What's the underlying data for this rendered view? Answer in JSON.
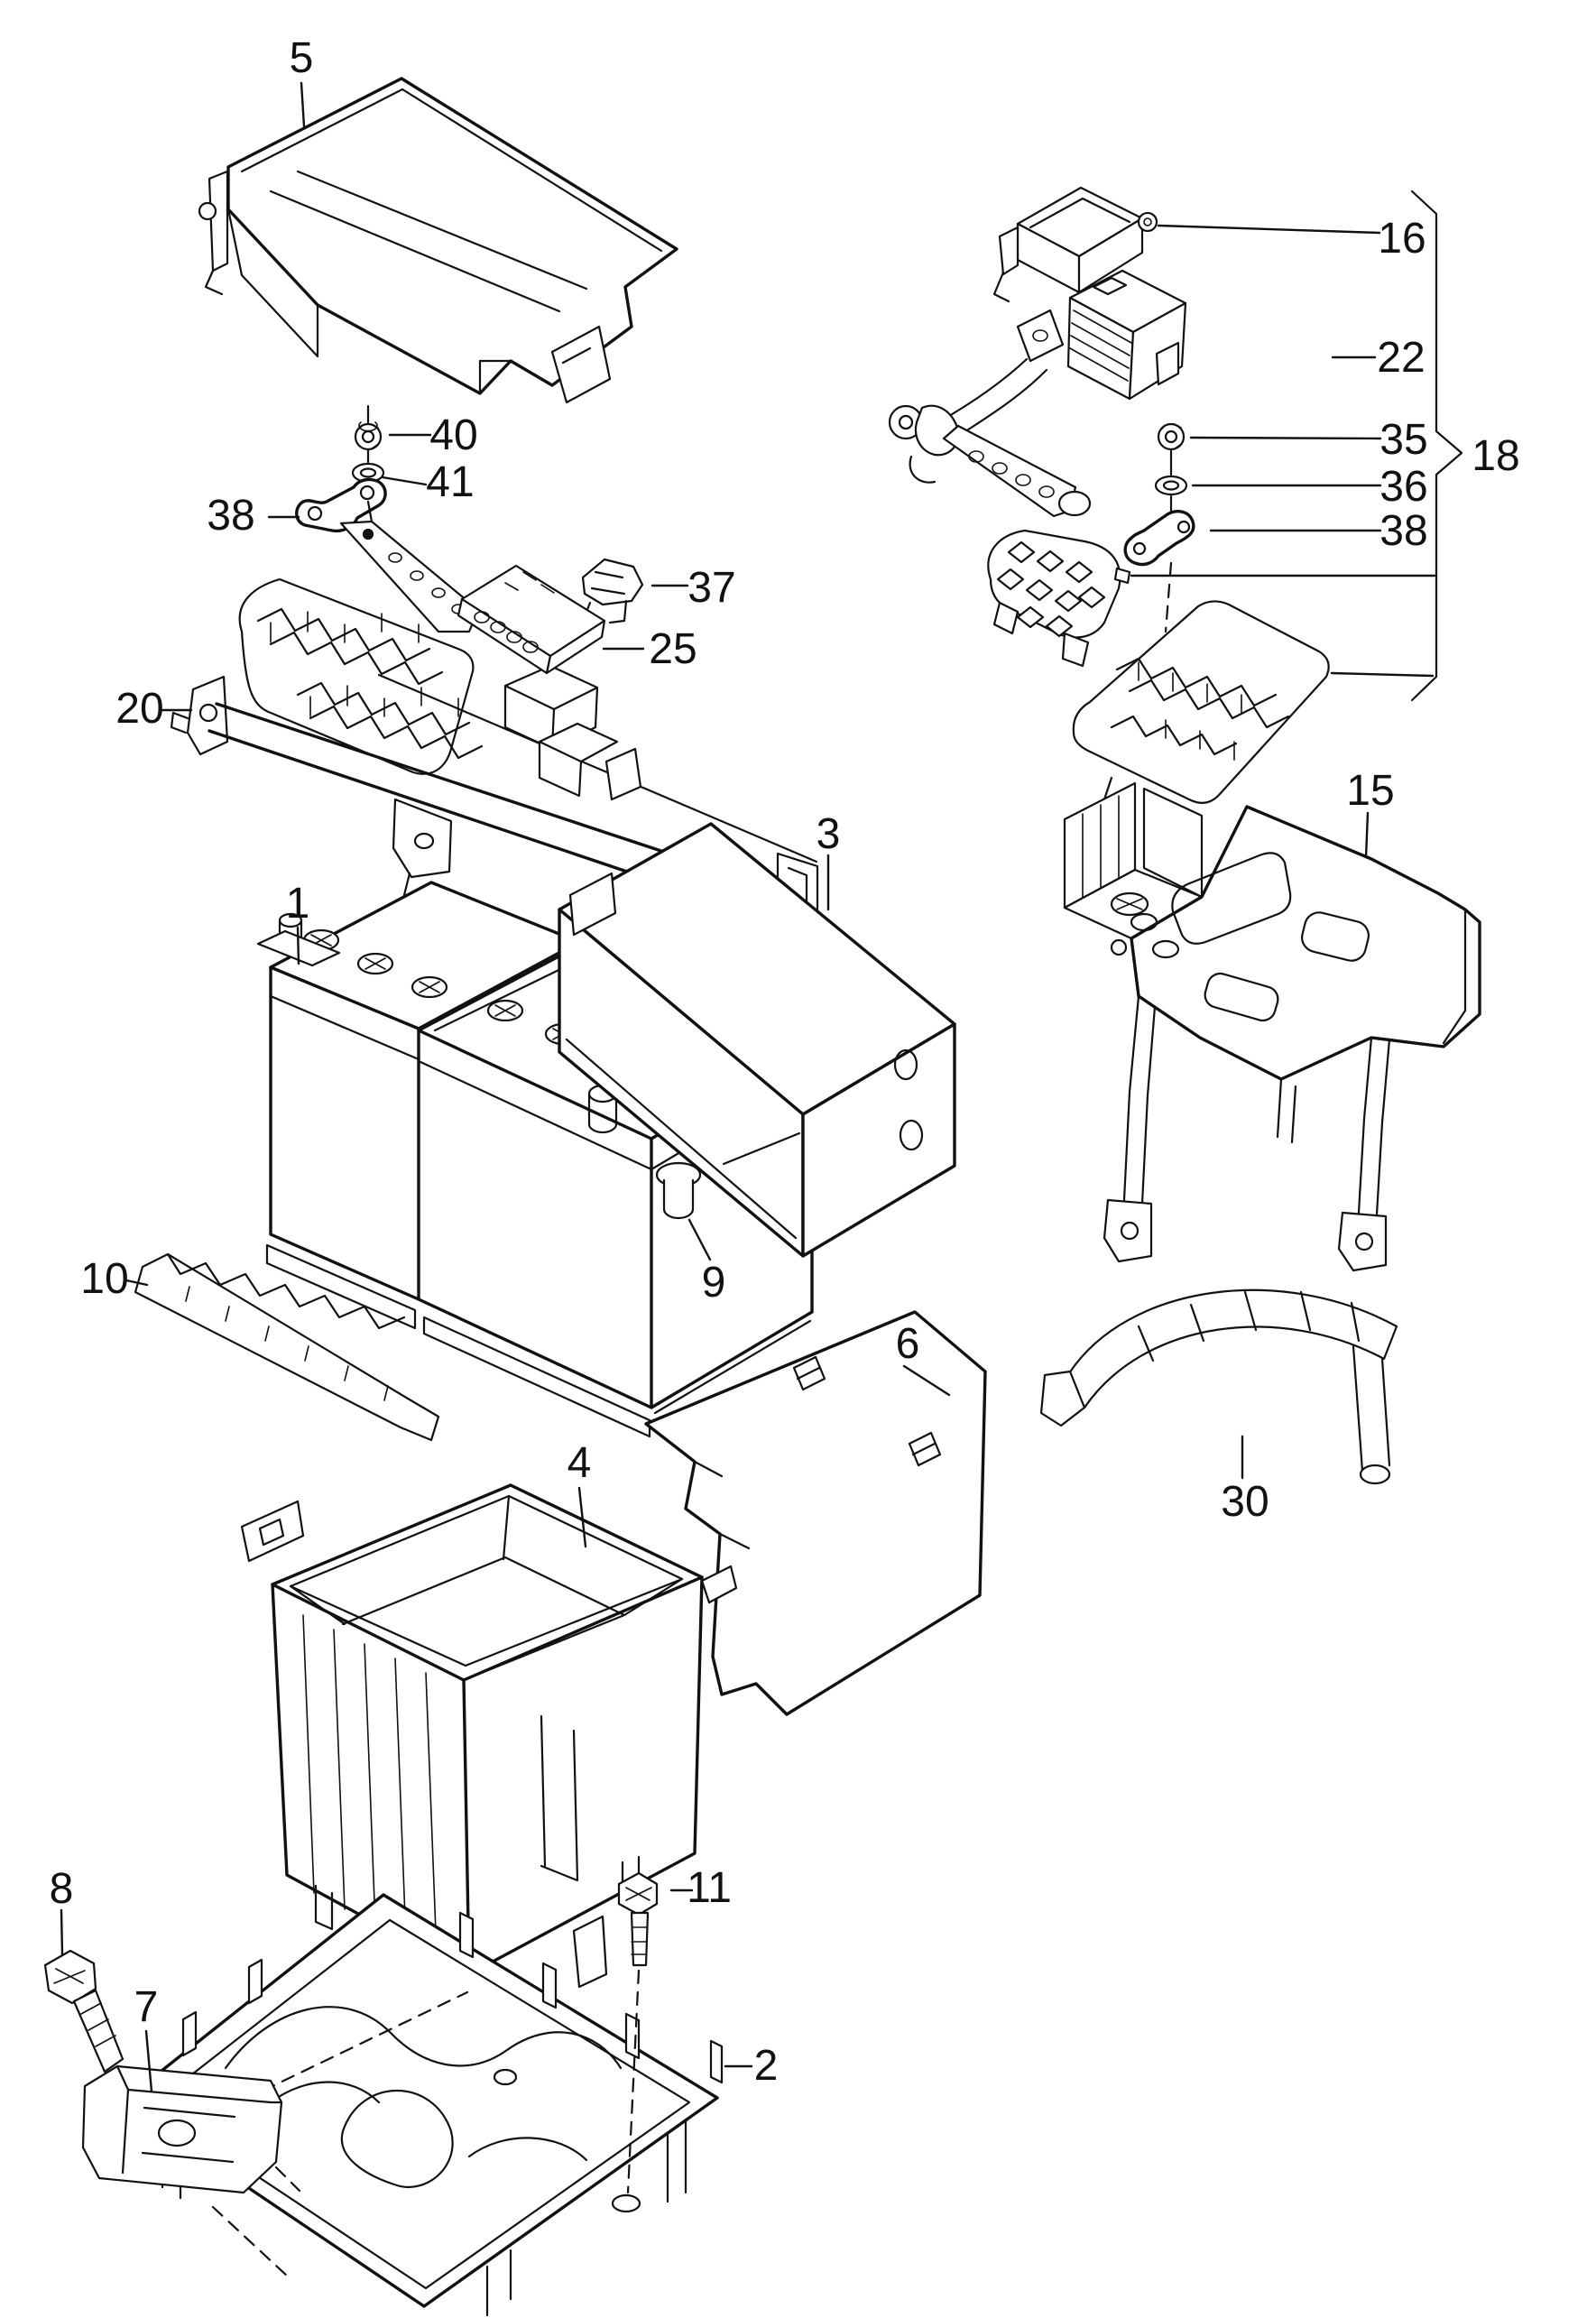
{
  "diagram": {
    "kind": "exploded-parts-line-drawing",
    "subject": "battery, battery trays, fuse/relay carriers and fixings",
    "style": "black line art on white"
  },
  "colors": {
    "background": "#ffffff",
    "line": "#111111"
  },
  "labels": {
    "p5": "5",
    "p40": "40",
    "p41": "41",
    "p38L": "38",
    "p37": "37",
    "p25": "25",
    "p20": "20",
    "p16": "16",
    "p22": "22",
    "p35": "35",
    "p36": "36",
    "p38R": "38",
    "p18": "18",
    "p15": "15",
    "p3": "3",
    "p1": "1",
    "p10": "10",
    "p9": "9",
    "p6": "6",
    "p30": "30",
    "p4": "4",
    "p8": "8",
    "p11": "11",
    "p7": "7",
    "p2": "2"
  },
  "groups": {
    "bracket_18_members": [
      "16",
      "22",
      "35",
      "36",
      "38"
    ]
  }
}
